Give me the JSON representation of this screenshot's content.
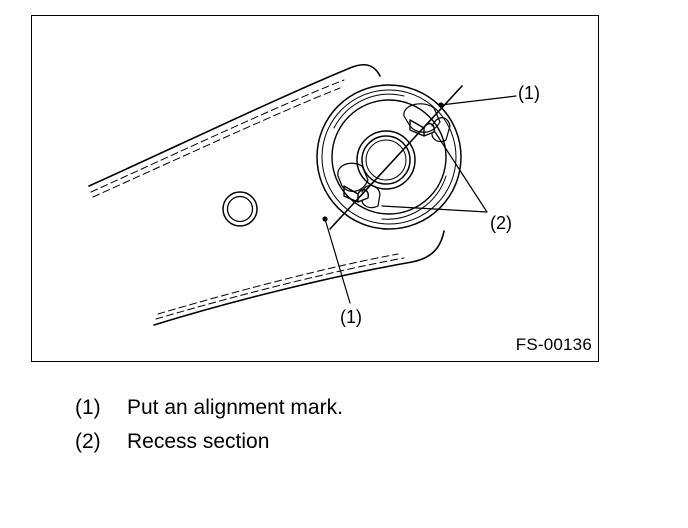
{
  "figure": {
    "id": "FS-00136",
    "callouts": {
      "top": "(1)",
      "right": "(2)",
      "bottom": "(1)"
    }
  },
  "legend": [
    {
      "number": "(1)",
      "text": "Put an alignment mark."
    },
    {
      "number": "(2)",
      "text": "Recess section"
    }
  ]
}
